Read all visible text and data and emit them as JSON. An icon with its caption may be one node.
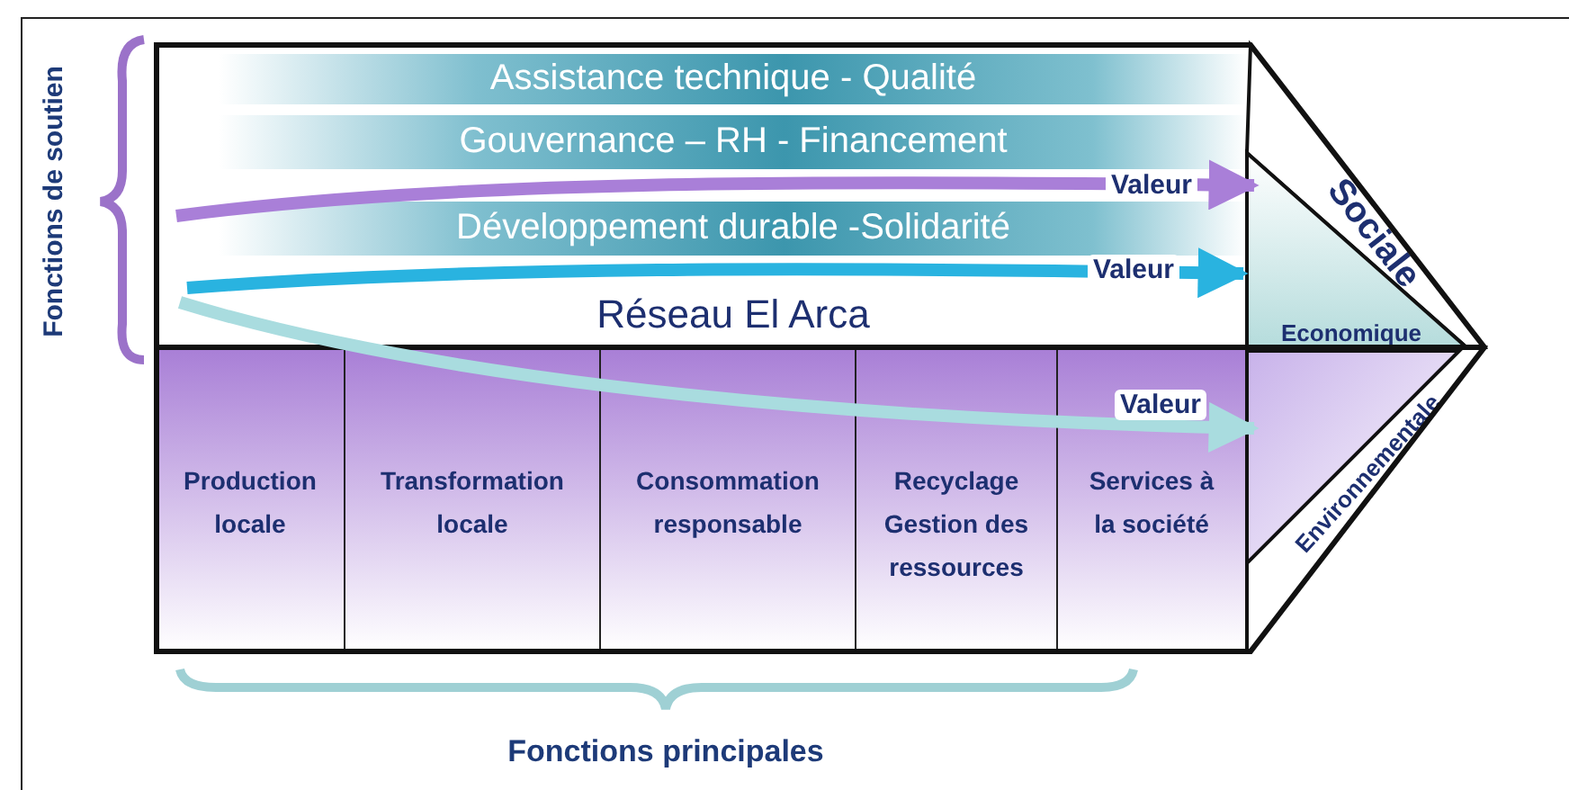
{
  "diagram": {
    "nodes": [
      {
        "text": [
          "Assistance technique - Qualité"
        ]
      },
      {
        "text": [
          "Gouvernance – RH - Financement"
        ]
      },
      {
        "text": [
          "Développement durable -Solidarité"
        ]
      },
      {
        "text": [
          "Réseau El Arca"
        ]
      },
      {
        "text": [
          "Production locale"
        ]
      },
      {
        "text": [
          "Transformation locale"
        ]
      },
      {
        "text": [
          "Consommation responsable"
        ]
      },
      {
        "text": [
          "Recyclage Gestion des ressources"
        ]
      },
      {
        "text": [
          "Services à la société"
        ]
      },
      {
        "text": [
          "Sociale"
        ]
      },
      {
        "text": [
          "Economique"
        ]
      },
      {
        "text": [
          "Environnementale"
        ]
      }
    ],
    "edges": [
      {
        "from": null,
        "to": 9,
        "arrow": "to",
        "label": "Valeur",
        "color": "#a97fd8"
      },
      {
        "from": null,
        "to": 10,
        "arrow": "to",
        "label": "Valeur",
        "color": "#29b3e0"
      },
      {
        "from": null,
        "to": 11,
        "arrow": "to",
        "label": "Valeur",
        "color": "#a9dcdf"
      }
    ],
    "labels": [
      "Fonctions de soutien",
      "Fonctions principales"
    ]
  }
}
